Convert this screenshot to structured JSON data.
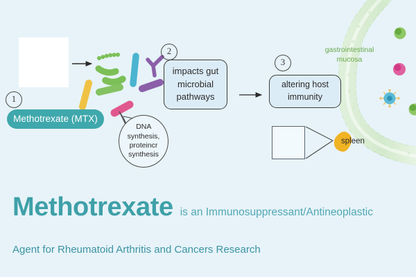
{
  "background_color": "#e7f3f8",
  "theme": {
    "teal": "#3fa8ac",
    "title_teal": "#3fa0a8",
    "subtitle_teal": "#3b93a3",
    "box_fill": "#dcecf7",
    "box_border": "#3c3c3c",
    "mucosa_green": "#6aa84f",
    "spleen_yellow": "#f0b323"
  },
  "steps": [
    {
      "number": "1",
      "label": "Methotrexate (MTX)"
    },
    {
      "number": "2",
      "label": "impacts gut microbial pathways"
    },
    {
      "number": "3",
      "label": "altering host immunity"
    }
  ],
  "diagram": {
    "step1_number": "1",
    "step2_number": "2",
    "step3_number": "3",
    "mtx_pill_label": "Methotrexate (MTX)",
    "box_step2_line1": "impacts gut",
    "box_step2_line2": "microbial",
    "box_step2_line3": "pathways",
    "box_step3_line1": "altering host",
    "box_step3_line2": "immunity",
    "dna_callout_line1": "DNA",
    "dna_callout_line2": "synthesis,",
    "dna_callout_line3": "proteincr",
    "dna_callout_line4": "synthesis",
    "gi_label_line1": "gastrointestinal",
    "gi_label_line2": "mucosa",
    "spleen_label": "spleen"
  },
  "footer": {
    "title_main": "Methotrexate",
    "title_tail": "is an Immunosuppressant/Antineoplastic",
    "subtitle": "Agent for Rheumatoid Arthritis and Cancers Research"
  },
  "icons": {
    "pill_bottle": "pill-bottle-icon",
    "tablet": "tablet-pill-icon",
    "bacteria": "bacteria-icon",
    "virus": "virus-icon",
    "spleen": "spleen-icon",
    "arrow": "arrow-right-icon"
  }
}
